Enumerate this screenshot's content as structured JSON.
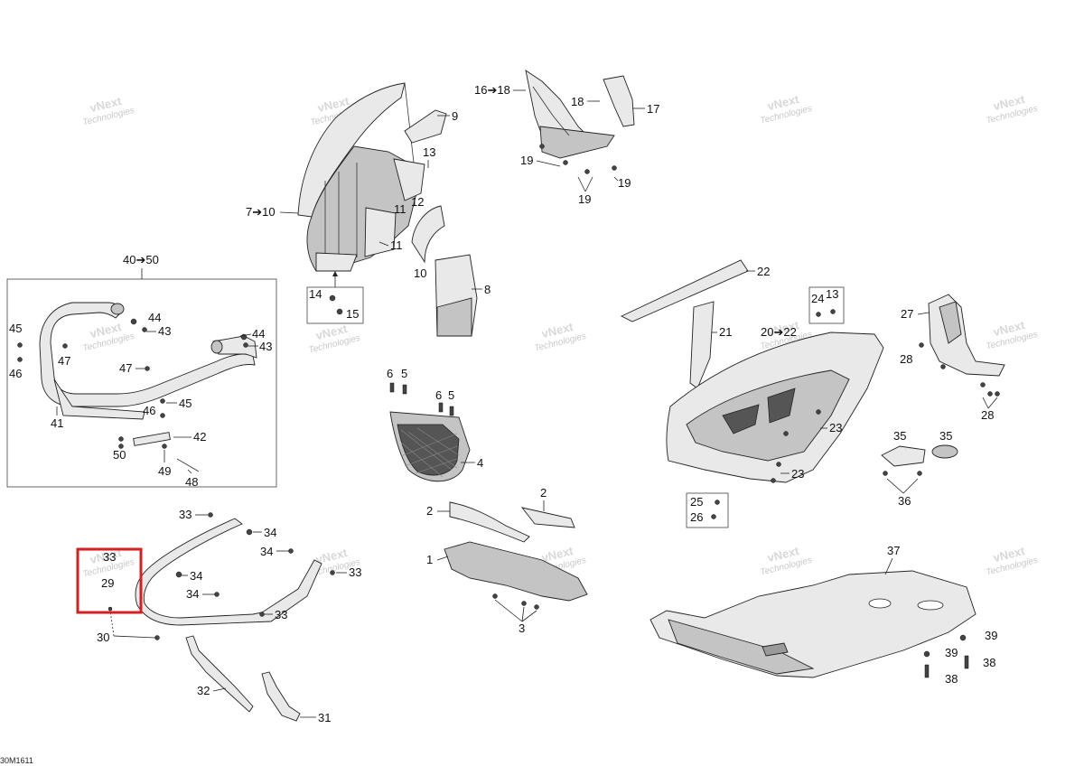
{
  "figure_code": "30M1611",
  "watermark": {
    "line1": "vNext",
    "line2": "Technologies"
  },
  "colors": {
    "highlight": "#d42020"
  },
  "callouts": {
    "c1": "1",
    "c2a": "2",
    "c2b": "2",
    "c3": "3",
    "c4": "4",
    "c5a": "5",
    "c5b": "5",
    "c6a": "6",
    "c6b": "6",
    "c7to10": "7➔10",
    "c8": "8",
    "c9": "9",
    "c10": "10",
    "c11a": "11",
    "c11b": "11",
    "c12": "12",
    "c13a": "13",
    "c13b": "13",
    "c14": "14",
    "c15": "15",
    "c16to18": "16➔18",
    "c17": "17",
    "c18": "18",
    "c19a": "19",
    "c19b": "19",
    "c19c": "19",
    "c20to22": "20➔22",
    "c21": "21",
    "c22": "22",
    "c23a": "23",
    "c23b": "23",
    "c24": "24",
    "c25": "25",
    "c26": "26",
    "c27": "27",
    "c28a": "28",
    "c28b": "28",
    "c29": "29",
    "c30": "30",
    "c31": "31",
    "c32": "32",
    "c33a": "33",
    "c33b": "33",
    "c33c": "33",
    "c33d": "33",
    "c34a": "34",
    "c34b": "34",
    "c34c": "34",
    "c34d": "34",
    "c35a": "35",
    "c35b": "35",
    "c36": "36",
    "c37": "37",
    "c38a": "38",
    "c38b": "38",
    "c39a": "39",
    "c39b": "39",
    "c40to50": "40➔50",
    "c41": "41",
    "c42": "42",
    "c43a": "43",
    "c43b": "43",
    "c44a": "44",
    "c44b": "44",
    "c45a": "45",
    "c45b": "45",
    "c46a": "46",
    "c46b": "46",
    "c47a": "47",
    "c47b": "47",
    "c48": "48",
    "c49": "49",
    "c50": "50"
  }
}
